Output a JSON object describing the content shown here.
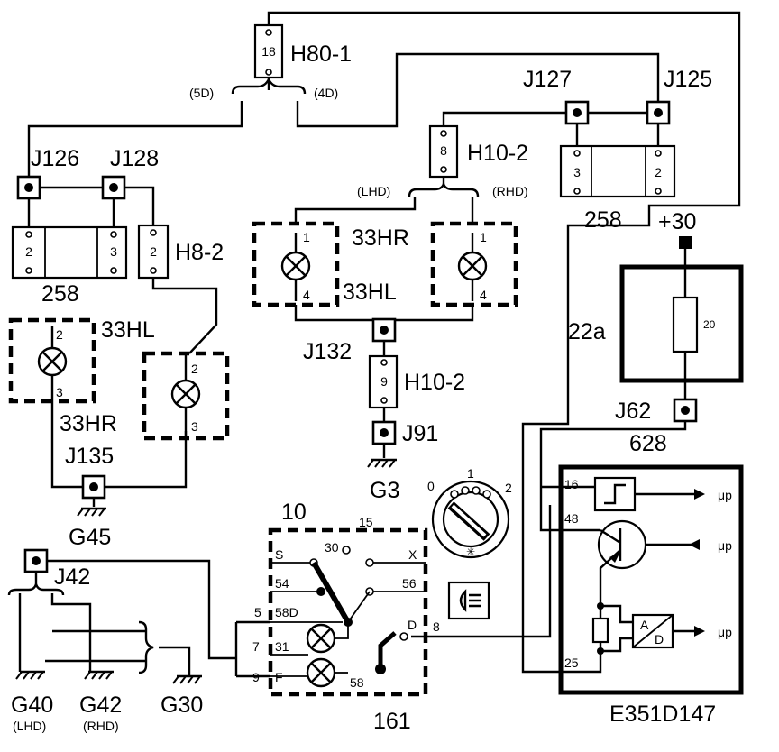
{
  "labels": {
    "h80_1": "H80-1",
    "h80_pin": "18",
    "h80_left": "(5D)",
    "h80_right": "(4D)",
    "j127": "J127",
    "j125": "J125",
    "h10_2_top": "H10-2",
    "h10_2_top_pin": "8",
    "lhd_top": "(LHD)",
    "rhd_top": "(RHD)",
    "box258_right": "258",
    "box258_right_pin_a": "3",
    "box258_right_pin_b": "2",
    "plus30": "+30",
    "j126": "J126",
    "j128": "J128",
    "box258_left": "258",
    "box258_left_pin_a": "2",
    "box258_left_pin_b": "3",
    "h8_2": "H8-2",
    "h8_2_pin": "2",
    "lamp33hr_top": "33HR",
    "lamp33hl_top": "33HL",
    "lamp_tl_pin1": "1",
    "lamp_tl_pin4": "4",
    "lamp_tr_pin1": "1",
    "lamp_tr_pin4": "4",
    "j132": "J132",
    "h10_2_mid": "H10-2",
    "h10_2_mid_pin": "9",
    "j91": "J91",
    "g3": "G3",
    "lamp33hl_left": "33HL",
    "lamp33hr_left": "33HR",
    "lamp_ll_pin2": "2",
    "lamp_ll_pin3": "3",
    "lamp_lr_pin2": "2",
    "lamp_lr_pin3": "3",
    "j135": "J135",
    "g45": "G45",
    "fuse_box": "22a",
    "fuse_pin": "20",
    "j62": "J62",
    "module628": "628",
    "switch10": "10",
    "switch_15": "15",
    "switch_30": "30",
    "switch_s": "S",
    "switch_x": "X",
    "switch_54": "54",
    "switch_56": "56",
    "switch_58d": "58D",
    "switch_31": "31",
    "switch_f": "F",
    "switch_58": "58",
    "switch_d": "D",
    "switch_ext_5": "5",
    "switch_ext_7": "7",
    "switch_ext_9": "9",
    "switch_ext_8": "8",
    "switch161": "161",
    "knob_0": "0",
    "knob_1": "1",
    "knob_2": "2",
    "j42": "J42",
    "g40": "G40",
    "g40_sub": "(LHD)",
    "g42": "G42",
    "g42_sub": "(RHD)",
    "g30": "G30",
    "mod_16": "16",
    "mod_48": "48",
    "mod_25": "25",
    "mod_a": "A",
    "mod_d": "D",
    "mu1": "μp",
    "mu2": "μp",
    "mu3": "μp",
    "code": "E351D147"
  },
  "icons": [
    "lamp-icon",
    "ground-icon",
    "connector-icon",
    "rotary-switch-icon",
    "headlamp-symbol-icon",
    "transistor-icon",
    "ad-converter-icon",
    "schmitt-trigger-icon"
  ]
}
